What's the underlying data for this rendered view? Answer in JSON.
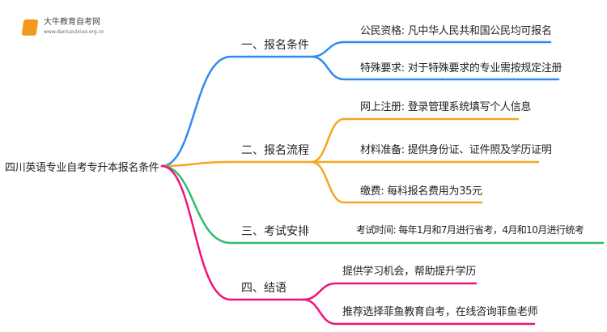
{
  "logo": {
    "name": "大牛教育自考网",
    "url": "www.daniuzuixiao.org.cn"
  },
  "root": "四川英语专业自考专升本报名条件",
  "colors": {
    "blue": "#2d8cf0",
    "orange": "#f5a623",
    "green": "#2dbd6e",
    "pink": "#f0137a"
  },
  "branches": [
    {
      "label": "一、报名条件",
      "leaves": [
        "公民资格: 凡中华人民共和国公民均可报名",
        "特殊要求: 对于特殊要求的专业需按规定注册"
      ]
    },
    {
      "label": "二、报名流程",
      "leaves": [
        "网上注册: 登录管理系统填写个人信息",
        "材料准备: 提供身份证、证件照及学历证明",
        "缴费: 每科报名费用为35元"
      ]
    },
    {
      "label": "三、考试安排",
      "leaves": [
        "考试时间: 每年1月和7月进行省考，4月和10月进行统考"
      ]
    },
    {
      "label": "四、结语",
      "leaves": [
        "提供学习机会，帮助提升学历",
        "推荐选择菲鱼教育自考，在线咨询菲鱼老师"
      ]
    }
  ]
}
